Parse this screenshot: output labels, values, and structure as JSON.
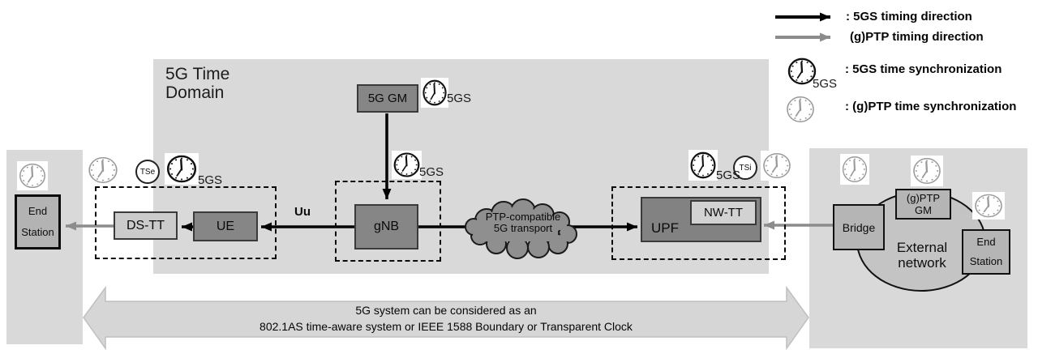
{
  "domain": {
    "title": "5G Time Domain"
  },
  "nodes": {
    "gm": "5G GM",
    "gnb": "gNB",
    "ue": "UE",
    "dstt": "DS-TT",
    "upf": "UPF",
    "nwtt": "NW-TT",
    "end_station_left": "End Station",
    "bridge": "Bridge",
    "gptp_gm": "(g)PTP GM",
    "external_network": "External network",
    "end_station_right": "End Station"
  },
  "labels": {
    "uu": "Uu",
    "tse": "TSe",
    "tsi": "TSi",
    "fgs": "5GS",
    "cloud": "PTP-compatible 5G transport"
  },
  "legend": {
    "timing_5gs": ": 5GS timing direction",
    "timing_gptp": "(g)PTP timing direction",
    "sync_5gs": ": 5GS time synchronization",
    "sync_gptp": ": (g)PTP time synchronization",
    "clock_sub": "5GS"
  },
  "bottom_arrow": {
    "line1": "5G system can be considered as an",
    "line2": "802.1AS time-aware system or IEEE 1588 Boundary or Transparent Clock"
  },
  "colors": {
    "timing_5gs_arrow": "#000000",
    "timing_gptp_arrow": "#8c8c8c",
    "panel_gray": "#d9d9d9",
    "dark_box": "#868686",
    "light_box": "#cbcbcb",
    "cloud": "#8f8f8f"
  }
}
